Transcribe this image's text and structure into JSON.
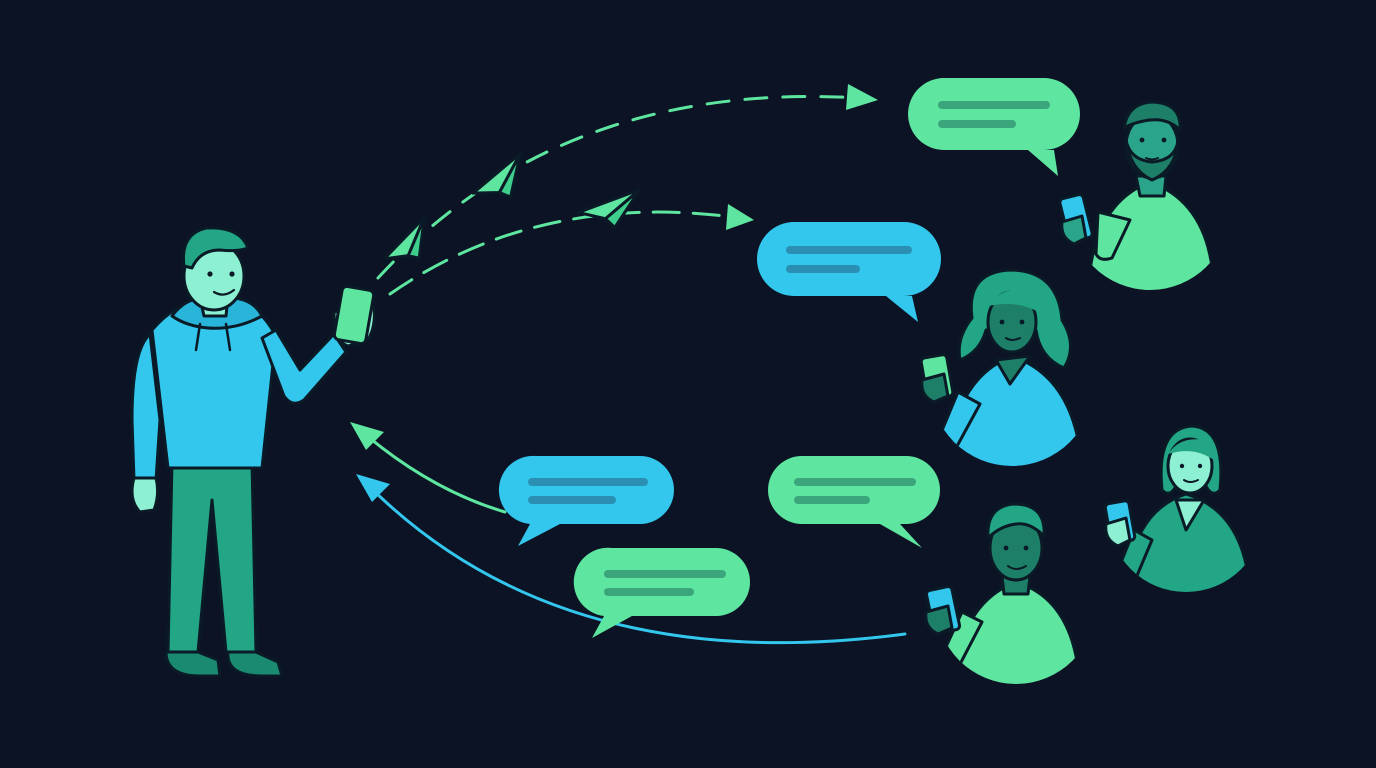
{
  "palette": {
    "background": "#0b1324",
    "green": "#5ee6a0",
    "cyan": "#33c7ee",
    "teal": "#23a685",
    "dark_outline": "#0a1a26",
    "bubble_line_green": "#3ba57c",
    "bubble_line_cyan": "#2a8fb3"
  },
  "scene": {
    "sender": {
      "role": "sender-person",
      "phone_color": "#5ee6a0"
    },
    "recipients": [
      {
        "role": "recipient-bearded-man",
        "shirt_color": "#5ee6a0"
      },
      {
        "role": "recipient-curly-woman",
        "shirt_color": "#33c7ee"
      },
      {
        "role": "recipient-short-hair-woman",
        "shirt_color": "#23a685"
      },
      {
        "role": "recipient-man",
        "shirt_color": "#5ee6a0"
      }
    ],
    "outgoing_bubbles": [
      {
        "color": "#5ee6a0",
        "tail": "right"
      },
      {
        "color": "#33c7ee",
        "tail": "right"
      }
    ],
    "incoming_bubbles": [
      {
        "color": "#33c7ee",
        "tail": "left"
      },
      {
        "color": "#5ee6a0",
        "tail": "right"
      },
      {
        "color": "#5ee6a0",
        "tail": "left"
      }
    ],
    "icons": [
      "paper-plane-icon",
      "arrow-head-icon",
      "speech-bubble-icon",
      "smartphone-icon"
    ]
  }
}
